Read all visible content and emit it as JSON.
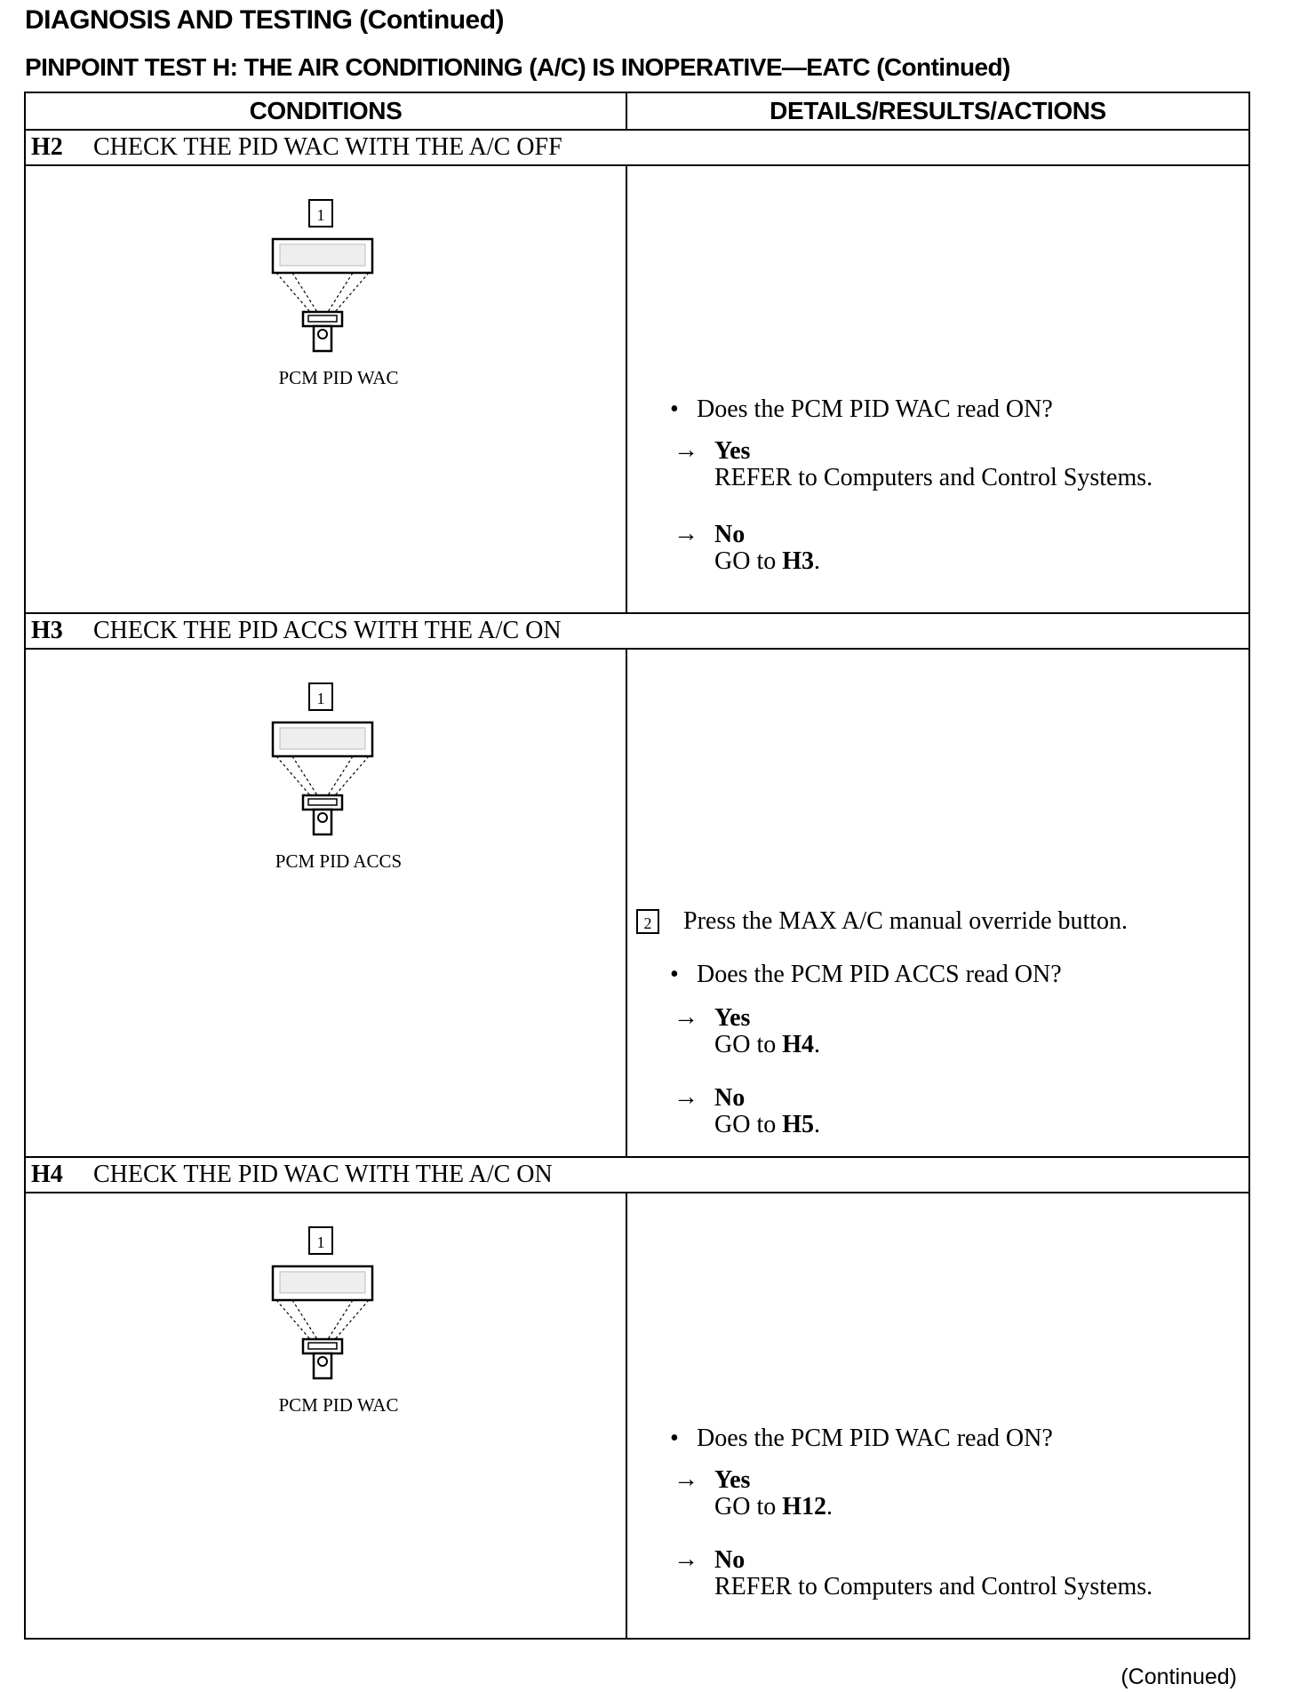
{
  "page": {
    "section_header": "DIAGNOSIS AND TESTING (Continued)",
    "test_title": "PINPOINT TEST H:  THE AIR CONDITIONING (A/C) IS INOPERATIVE—EATC (Continued)",
    "footer": "(Continued)"
  },
  "table": {
    "headers": {
      "conditions": "CONDITIONS",
      "details": "DETAILS/RESULTS/ACTIONS"
    },
    "steps": [
      {
        "id": "H2",
        "title": "CHECK THE PID WAC WITH THE A/C OFF",
        "diagram_step": "1",
        "diagram_caption": "PCM PID WAC",
        "instruction_step": "",
        "instruction": "",
        "question": "Does the PCM PID WAC read ON?",
        "yes_label": "Yes",
        "yes_action": "REFER to Computers and Control Systems.",
        "yes_ref": "",
        "no_label": "No",
        "no_action": "GO to ",
        "no_ref": "H3"
      },
      {
        "id": "H3",
        "title": "CHECK THE PID ACCS WITH THE A/C ON",
        "diagram_step": "1",
        "diagram_caption": "PCM PID ACCS",
        "instruction_step": "2",
        "instruction": "Press the MAX A/C manual override button.",
        "question": "Does the PCM PID ACCS read ON?",
        "yes_label": "Yes",
        "yes_action": "GO to ",
        "yes_ref": "H4",
        "no_label": "No",
        "no_action": "GO to ",
        "no_ref": "H5"
      },
      {
        "id": "H4",
        "title": "CHECK THE PID WAC WITH THE A/C ON",
        "diagram_step": "1",
        "diagram_caption": "PCM PID WAC",
        "instruction_step": "",
        "instruction": "",
        "question": "Does the PCM PID WAC read ON?",
        "yes_label": "Yes",
        "yes_action": "GO to ",
        "yes_ref": "H12",
        "no_label": "No",
        "no_action": "REFER to Computers and Control Systems.",
        "no_ref": ""
      }
    ]
  }
}
